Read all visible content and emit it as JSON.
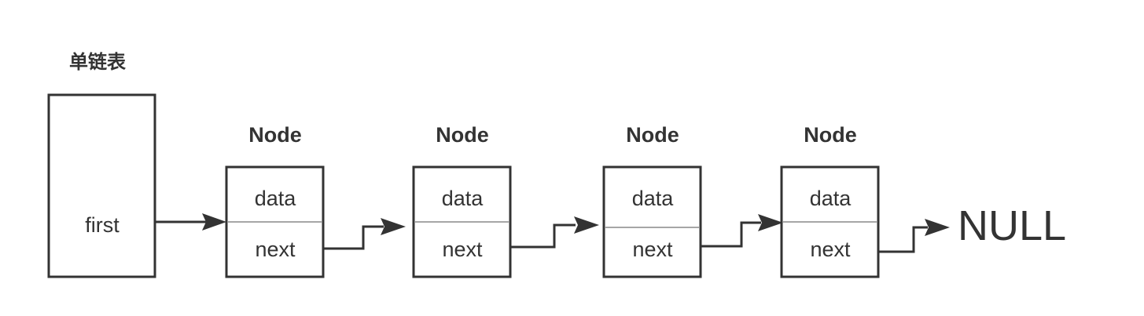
{
  "title": "单链表",
  "list": {
    "pointer_label": "first"
  },
  "nodes": [
    {
      "header": "Node",
      "data_label": "data",
      "next_label": "next"
    },
    {
      "header": "Node",
      "data_label": "data",
      "next_label": "next"
    },
    {
      "header": "Node",
      "data_label": "data",
      "next_label": "next"
    },
    {
      "header": "Node",
      "data_label": "data",
      "next_label": "next"
    }
  ],
  "terminal": "NULL",
  "colors": {
    "stroke": "#333333",
    "divider": "#888888",
    "background": "#ffffff"
  }
}
